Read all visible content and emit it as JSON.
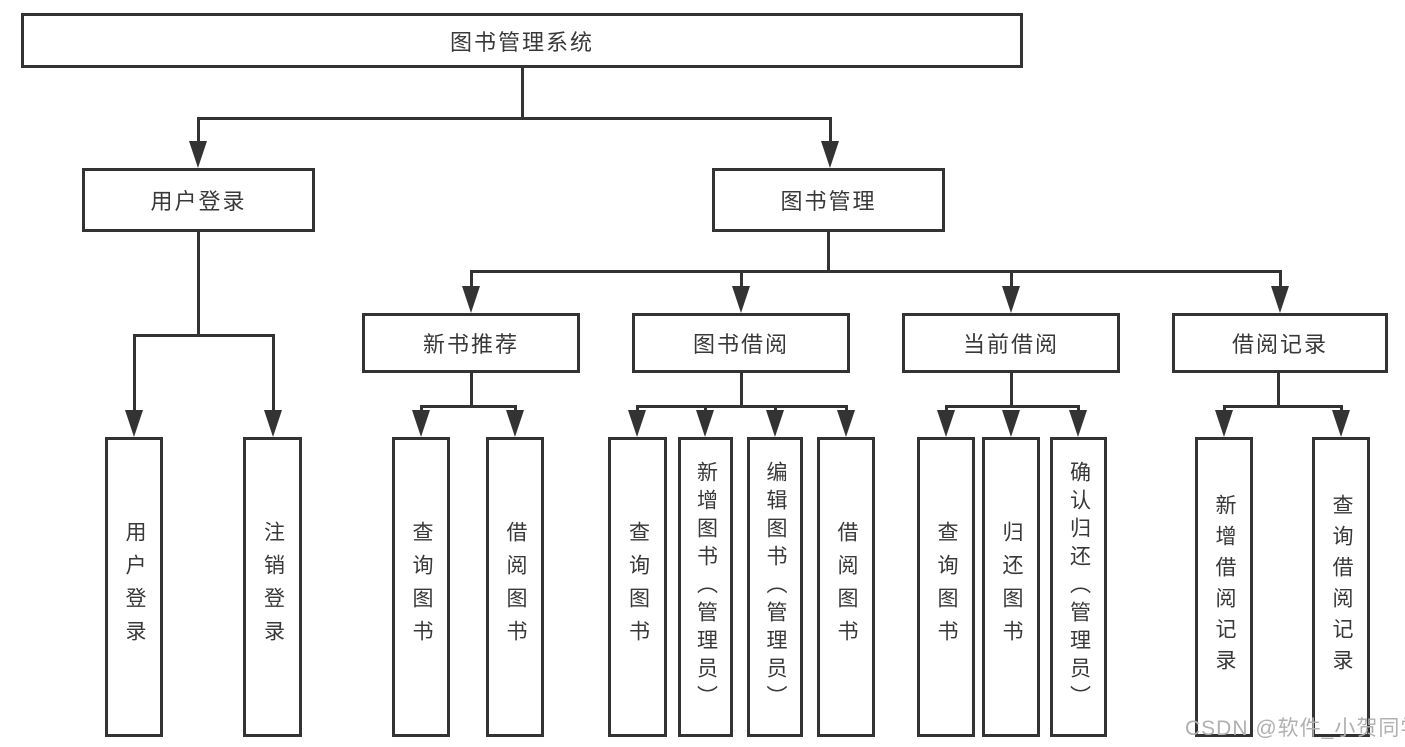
{
  "tree": {
    "root": {
      "id": "root",
      "label": "图书管理系统",
      "children": [
        {
          "id": "user-login",
          "label": "用户登录",
          "children": [
            {
              "id": "user-login-leaf",
              "label": "用户登录"
            },
            {
              "id": "logout",
              "label": "注销登录"
            }
          ]
        },
        {
          "id": "book-mgmt",
          "label": "图书管理",
          "children": [
            {
              "id": "new-book-rec",
              "label": "新书推荐",
              "children": [
                {
                  "id": "query-books-1",
                  "label": "查询图书"
                },
                {
                  "id": "borrow-books-1",
                  "label": "借阅图书"
                }
              ]
            },
            {
              "id": "book-borrow",
              "label": "图书借阅",
              "children": [
                {
                  "id": "query-books-2",
                  "label": "查询图书"
                },
                {
                  "id": "add-books",
                  "label": "新增图书（管理员）"
                },
                {
                  "id": "edit-books",
                  "label": "编辑图书（管理员）"
                },
                {
                  "id": "borrow-books-2",
                  "label": "借阅图书"
                }
              ]
            },
            {
              "id": "current-borrow",
              "label": "当前借阅",
              "children": [
                {
                  "id": "query-books-3",
                  "label": "查询图书"
                },
                {
                  "id": "return-books",
                  "label": "归还图书"
                },
                {
                  "id": "confirm-return",
                  "label": "确认归还（管理员）"
                }
              ]
            },
            {
              "id": "borrow-records",
              "label": "借阅记录",
              "children": [
                {
                  "id": "add-borrow-record",
                  "label": "新增借阅记录"
                },
                {
                  "id": "query-borrow-record",
                  "label": "查询借阅记录"
                }
              ]
            }
          ]
        }
      ]
    }
  },
  "watermark": {
    "text": "CSDN @软件_小贺同学"
  },
  "colors": {
    "line": "#333333",
    "box_background": "#ffffff",
    "text": "#383838",
    "watermark": "#b0b0b0",
    "page_background": "#ffffff"
  }
}
